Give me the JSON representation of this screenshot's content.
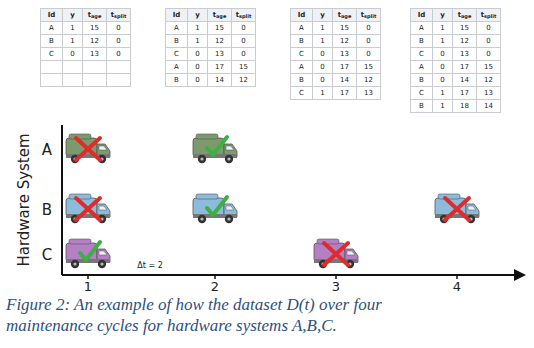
{
  "diagram": {
    "caption": "Figure 2: An example of how the dataset D(t) over four maintenance cycles for hardware systems A,B,C.",
    "labels": [
      "Id",
      "y",
      "tage",
      "tsplit",
      "A",
      "1",
      "15",
      "0",
      "B",
      "1",
      "12",
      "0",
      "C",
      "0",
      "13",
      "0",
      "Id",
      "y",
      "tage",
      "tsplit",
      "A",
      "1",
      "15",
      "0",
      "B",
      "1",
      "12",
      "0",
      "C",
      "0",
      "13",
      "0",
      "A",
      "0",
      "17",
      "15",
      "B",
      "0",
      "14",
      "12",
      "Id",
      "y",
      "tage",
      "tsplit",
      "A",
      "1",
      "15",
      "0",
      "B",
      "1",
      "12",
      "0",
      "C",
      "0",
      "13",
      "0",
      "A",
      "0",
      "17",
      "15",
      "B",
      "0",
      "14",
      "12",
      "C",
      "1",
      "17",
      "13",
      "Id",
      "y",
      "tage",
      "tsplit",
      "A",
      "1",
      "15",
      "0",
      "B",
      "1",
      "12",
      "0",
      "C",
      "0",
      "13",
      "0",
      "A",
      "0",
      "17",
      "15",
      "B",
      "0",
      "14",
      "12",
      "C",
      "1",
      "17",
      "13",
      "B",
      "1",
      "18",
      "14",
      "Hardware System",
      "A",
      "B",
      "C",
      "Δt = 2",
      "1",
      "2",
      "3",
      "4"
    ]
  }
}
